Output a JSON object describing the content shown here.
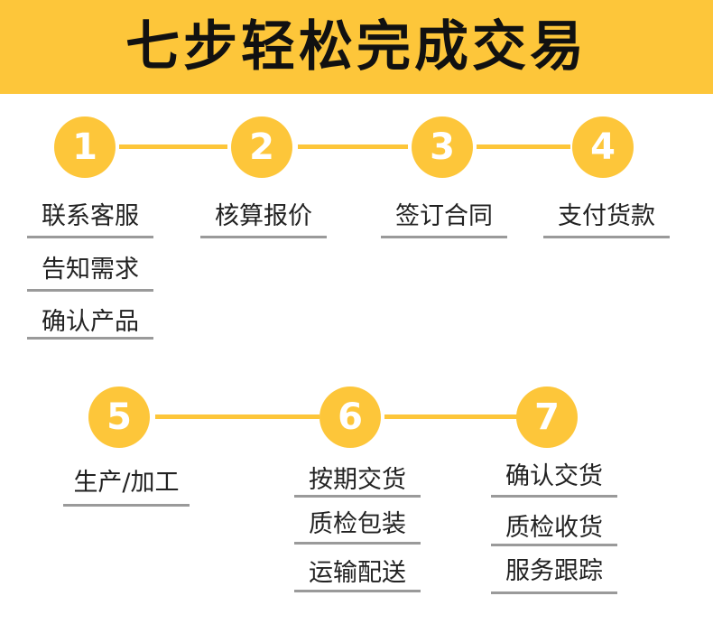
{
  "title": "七步轻松完成交易",
  "steps": [
    {
      "number": "1",
      "items": [
        "联系客服",
        "告知需求",
        "确认产品"
      ]
    },
    {
      "number": "2",
      "items": [
        "核算报价"
      ]
    },
    {
      "number": "3",
      "items": [
        "签订合同"
      ]
    },
    {
      "number": "4",
      "items": [
        "支付货款"
      ]
    },
    {
      "number": "5",
      "items": [
        "生产/加工"
      ]
    },
    {
      "number": "6",
      "items": [
        "按期交货",
        "质检包装",
        "运输配送"
      ]
    },
    {
      "number": "7",
      "items": [
        "确认交货",
        "质检收货",
        "服务跟踪"
      ]
    }
  ],
  "colors": {
    "accent": "#fdc63a",
    "underline": "#9a9a9a",
    "text": "#222222"
  }
}
